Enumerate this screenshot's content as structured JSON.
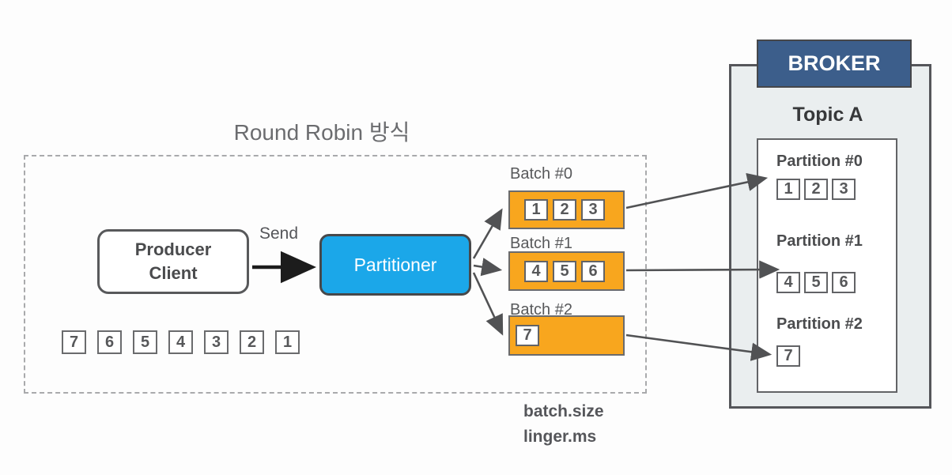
{
  "title": "Round Robin 방식",
  "producer": {
    "line1": "Producer",
    "line2": "Client",
    "send_label": "Send",
    "queue": [
      "7",
      "6",
      "5",
      "4",
      "3",
      "2",
      "1"
    ]
  },
  "partitioner_label": "Partitioner",
  "batches": [
    {
      "label": "Batch #0",
      "items": [
        "1",
        "2",
        "3"
      ]
    },
    {
      "label": "Batch #1",
      "items": [
        "4",
        "5",
        "6"
      ]
    },
    {
      "label": "Batch #2",
      "items": [
        "7"
      ]
    }
  ],
  "config_labels": {
    "batch_size": "batch.size",
    "linger_ms": "linger.ms"
  },
  "broker": {
    "title": "BROKER",
    "topic_title": "Topic A",
    "partitions": [
      {
        "label": "Partition #0",
        "items": [
          "1",
          "2",
          "3"
        ]
      },
      {
        "label": "Partition #1",
        "items": [
          "4",
          "5",
          "6"
        ]
      },
      {
        "label": "Partition #2",
        "items": [
          "7"
        ]
      }
    ]
  },
  "colors": {
    "partitioner_fill": "#1ba7e9",
    "batch_fill": "#f8a61e",
    "broker_header_fill": "#3c5e8b",
    "broker_body_fill": "#eaeeef",
    "arrow_gray": "#515254",
    "arrow_black": "#1c1c1c",
    "text_gray": "#58595b"
  }
}
